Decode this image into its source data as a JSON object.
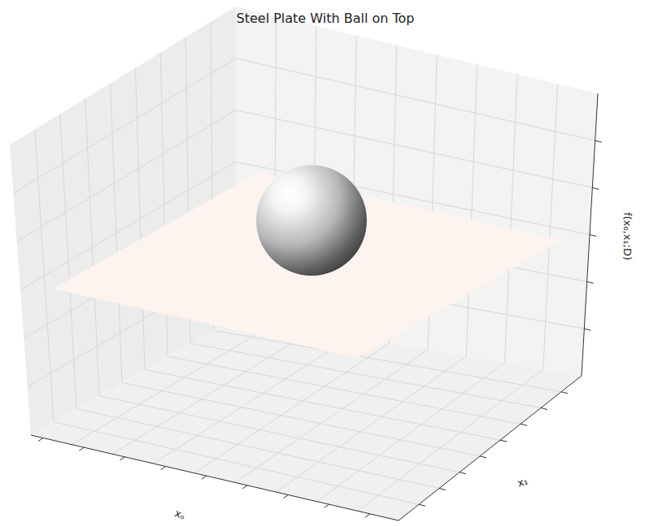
{
  "diagram": {
    "title": "Steel Plate With Ball on Top",
    "labels": [
      "xₒ",
      "x₁",
      "f(x₀,x₁;D)"
    ]
  }
}
